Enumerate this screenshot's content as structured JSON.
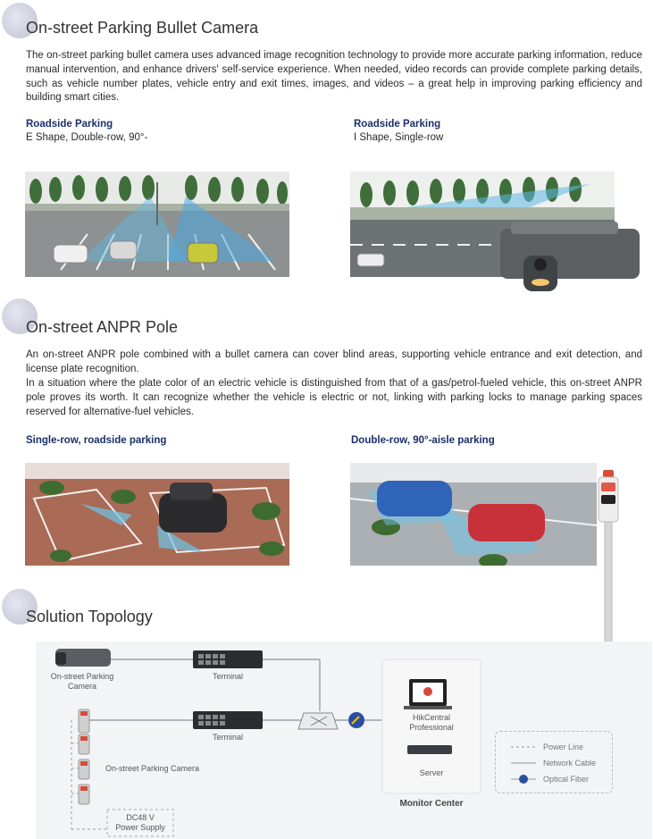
{
  "sections": {
    "bullet_camera": {
      "title": "On-street Parking Bullet Camera",
      "description": "The on-street parking bullet camera uses advanced image recognition technology to provide more accurate parking information, reduce manual intervention, and enhance drivers' self-service experience. When needed, video records can provide complete parking details, such as vehicle number plates, vehicle entry and exit times, images, and videos – a great help in improving parking efficiency and building smart cities.",
      "cases": [
        {
          "title": "Roadside Parking",
          "desc": "E Shape, Double-row, 90°-"
        },
        {
          "title": "Roadside Parking",
          "desc": "I Shape, Single-row"
        }
      ]
    },
    "anpr_pole": {
      "title": "On-street ANPR Pole",
      "description_1": "An on-street ANPR pole combined with a bullet camera can cover blind areas, supporting vehicle entrance and exit detection, and license plate recognition.",
      "description_2": "In a situation where the plate color of an electric vehicle is distinguished from that of a gas/petrol-fueled vehicle, this on-street ANPR pole proves its worth. It can recognize whether the vehicle is electric or not, linking with parking locks to manage parking spaces reserved for alternative-fuel vehicles.",
      "cases": [
        {
          "title": "Single-row, roadside parking"
        },
        {
          "title": "Double-row, 90°-aisle parking"
        }
      ]
    },
    "topology": {
      "title": "Solution Topology",
      "labels": {
        "camera_top": "On-street Parking\nCamera",
        "terminal_1": "Terminal",
        "terminal_2": "Terminal",
        "camera_group": "On-street Parking Camera",
        "power_supply": "DC48 V\nPower Supply",
        "hikcentral": "HikCentral\nProfessional",
        "server": "Server",
        "monitor_center": "Monitor Center"
      },
      "legend": {
        "power_line": "Power Line",
        "network_cable": "Network Cable",
        "optical_fiber": "Optical Fiber"
      }
    }
  },
  "colors": {
    "accent_blue": "#1a2f6b",
    "bubble": "#cfd0de",
    "fiber_blue": "#2a4fa0",
    "fiber_yellow": "#f2c200"
  }
}
